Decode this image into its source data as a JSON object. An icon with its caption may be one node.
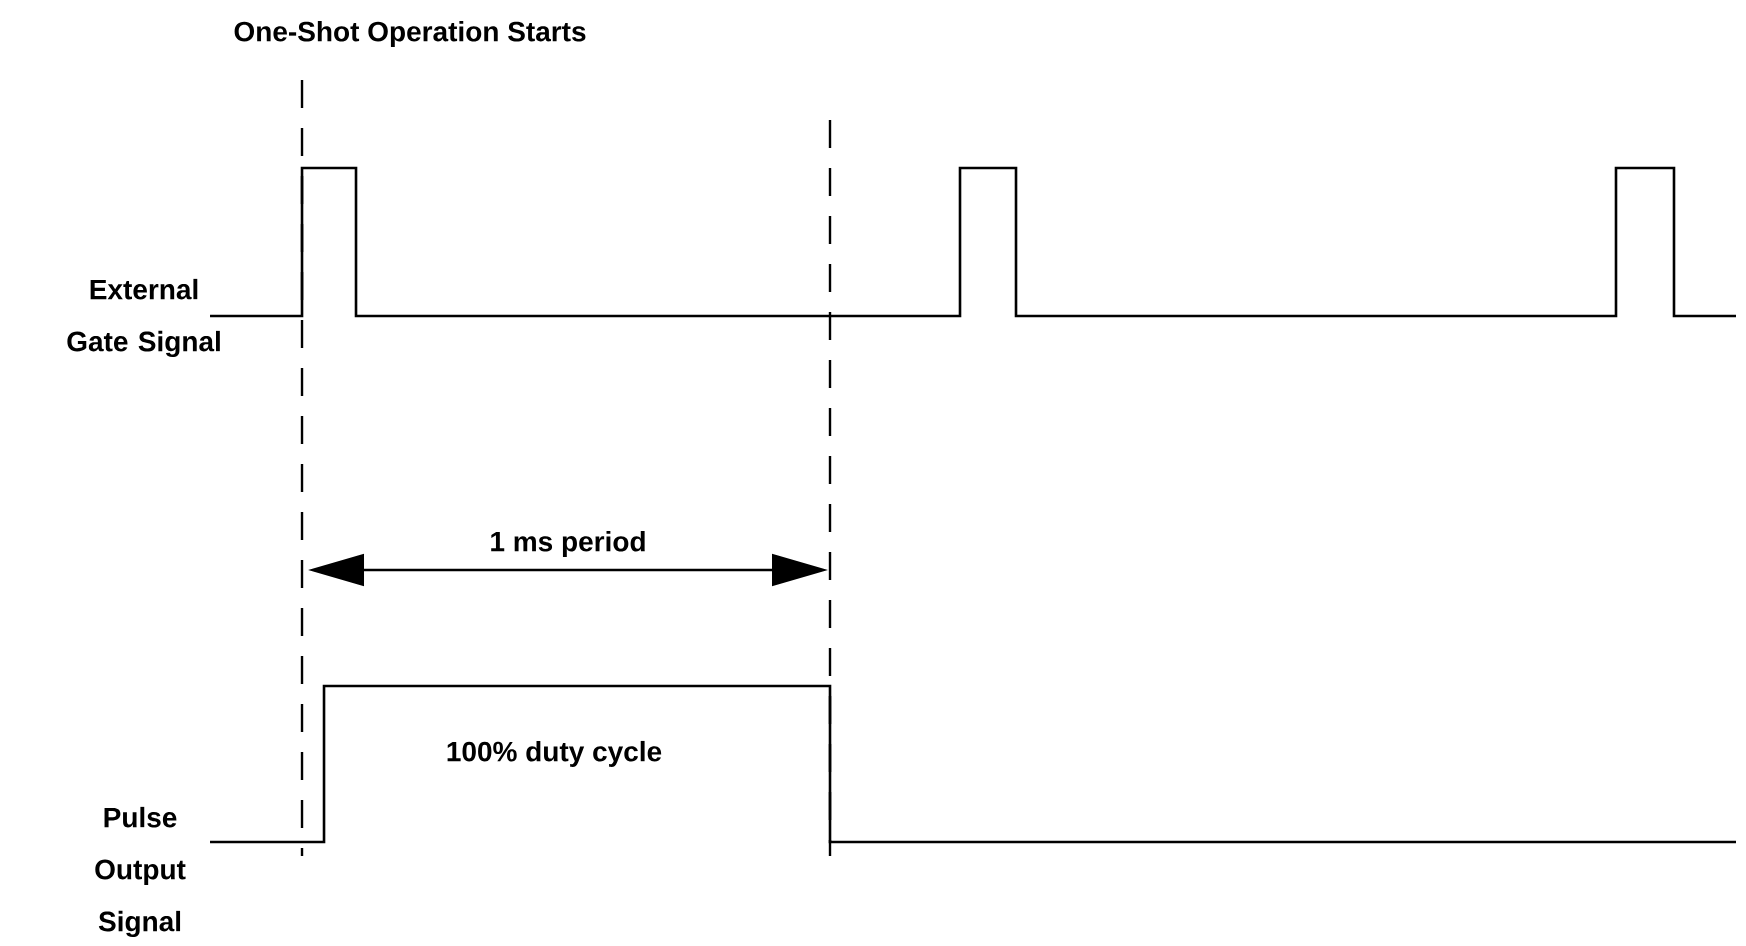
{
  "diagram": {
    "labels": [
      "One-Shot Operation Starts",
      "External Gate Signal",
      "1 ms period",
      "100% duty cycle",
      "Pulse Output Signal"
    ]
  }
}
